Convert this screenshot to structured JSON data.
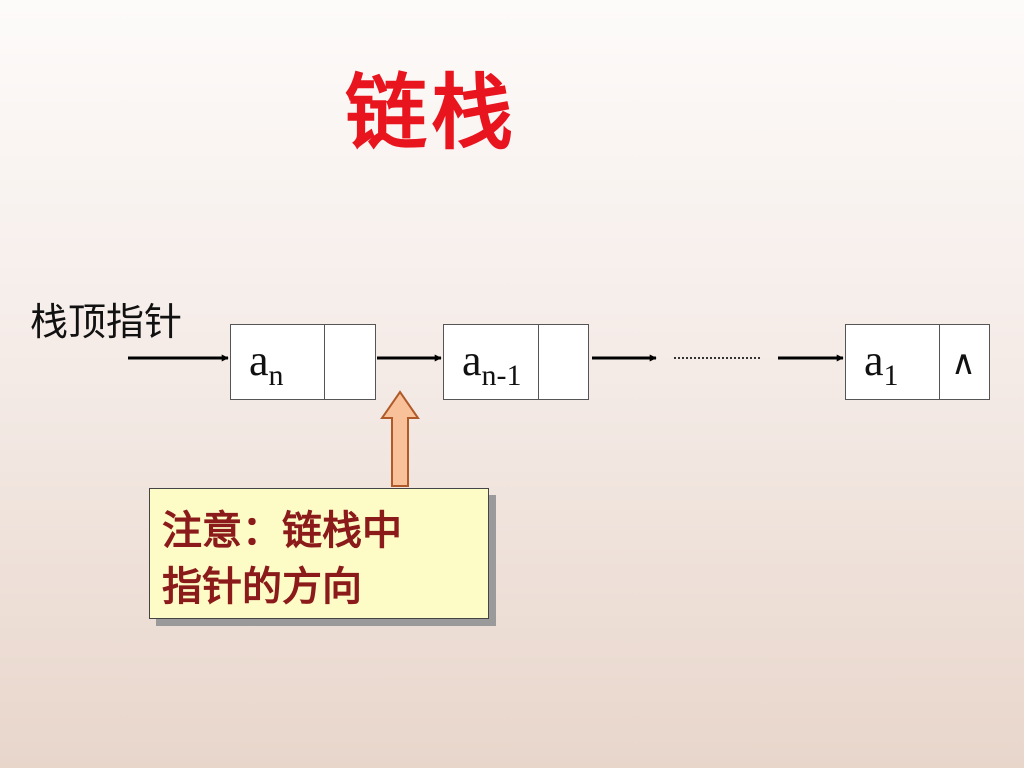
{
  "title": "链栈",
  "top_pointer_label": "栈顶指针",
  "nodes": [
    {
      "base": "a",
      "sub": "n",
      "next": ""
    },
    {
      "base": "a",
      "sub": "n-1",
      "next": ""
    },
    {
      "base": "a",
      "sub": "1",
      "next": "∧"
    }
  ],
  "note": {
    "line1": "注意：链栈中",
    "line2": "指针的方向"
  },
  "colors": {
    "title": "#e8141e",
    "note_text": "#8b1a1a",
    "note_fill": "#fdfcc6",
    "up_arrow_fill": "#f9c19a",
    "up_arrow_stroke": "#b05a2a"
  }
}
